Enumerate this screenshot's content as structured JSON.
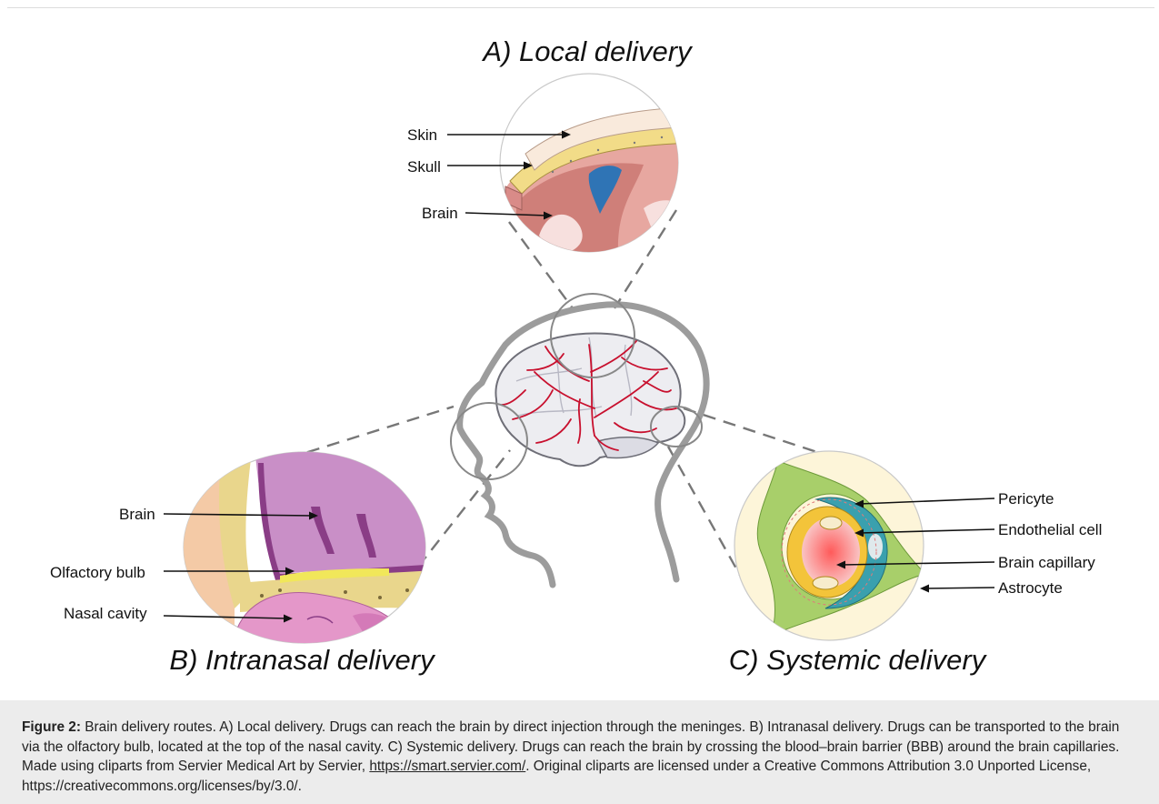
{
  "panels": {
    "local": {
      "title": "A) Local delivery",
      "labels": {
        "skin": "Skin",
        "skull": "Skull",
        "brain": "Brain"
      }
    },
    "intranasal": {
      "title": "B) Intranasal delivery",
      "labels": {
        "brain": "Brain",
        "olfactory_bulb": "Olfactory bulb",
        "nasal_cavity": "Nasal cavity"
      }
    },
    "systemic": {
      "title": "C) Systemic delivery",
      "labels": {
        "pericyte": "Pericyte",
        "endothelial_cell": "Endothelial cell",
        "brain_capillary": "Brain capillary",
        "astrocyte": "Astrocyte"
      }
    }
  },
  "caption": {
    "label": "Figure 2:",
    "text": " Brain delivery routes. A) Local delivery. Drugs can reach the brain by direct injection through the meninges. B) Intranasal delivery. Drugs can be transported to the brain via the olfactory bulb, located at the top of the nasal cavity. C) Systemic delivery. Drugs can reach the brain by crossing the blood–brain barrier (BBB) around the brain capillaries. Made using cliparts from Servier Medical Art by Servier, ",
    "link": "https://smart.servier.com/",
    "text_end": ". Original cliparts are licensed under a Creative Commons Attribution 3.0 Unported License, https://creativecommons.org/licenses/by/3.0/."
  },
  "colors": {
    "skin": "#f9eadc",
    "skull": "#f2dc88",
    "cortex": "#e9a6a0",
    "ventricle": "#2f74b5",
    "brain_purple": "#c988c6",
    "nasal_pink": "#e497c9",
    "astrocyte": "#a8cf6a",
    "pericyte": "#3aa0ae",
    "endothelial": "#f3c43a",
    "capillary": "#f6a0a0",
    "vessels": "#c8102e"
  }
}
